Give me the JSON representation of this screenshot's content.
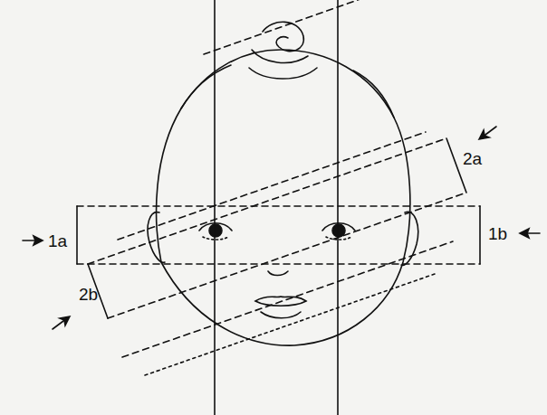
{
  "diagram": {
    "labels": [
      "1a",
      "1b",
      "2a",
      "2b"
    ]
  }
}
